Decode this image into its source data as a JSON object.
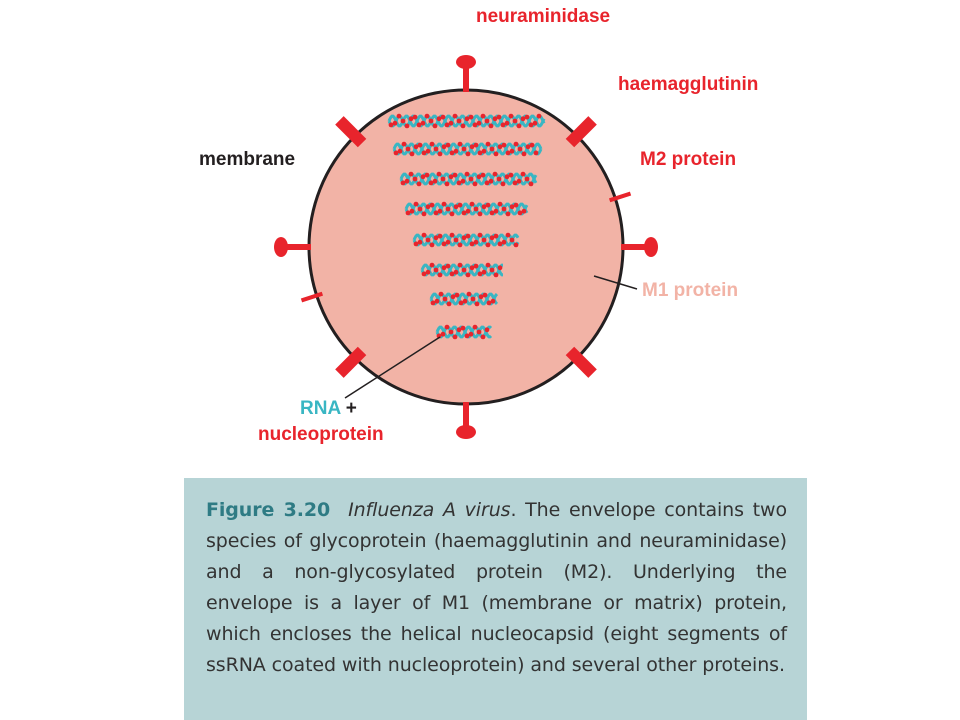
{
  "labels": {
    "neuraminidase": "neuraminidase",
    "haemagglutinin": "haemagglutinin",
    "membrane": "membrane",
    "m2_protein": "M2 protein",
    "m1_protein": "M1 protein",
    "rna": "RNA",
    "plus": " +",
    "nucleoprotein": "nucleoprotein"
  },
  "caption": {
    "figure_number": "Figure 3.20",
    "figure_title": "Influenza A virus",
    "text": ". The envelope contains two species of glycoprotein (haemagglutinin and neuraminidase) and a non-glycosylated protein (M2). Underlying the envelope is a layer of M1 (membrane or matrix) protein, which encloses the helical nucleocapsid (eight segments of ssRNA coated with nucleoprotein) and several other proteins."
  },
  "colors": {
    "virus_fill": "#f2b3a6",
    "membrane_stroke": "#231f20",
    "spike": "#e8242c",
    "rna": "#39b6c3",
    "nucleoprotein": "#e8242c",
    "label_red": "#e8242c",
    "label_pink": "#f2b3a6",
    "label_teal": "#39b6c3",
    "caption_bg": "#b7d4d6",
    "caption_accent": "#2e7b84"
  }
}
